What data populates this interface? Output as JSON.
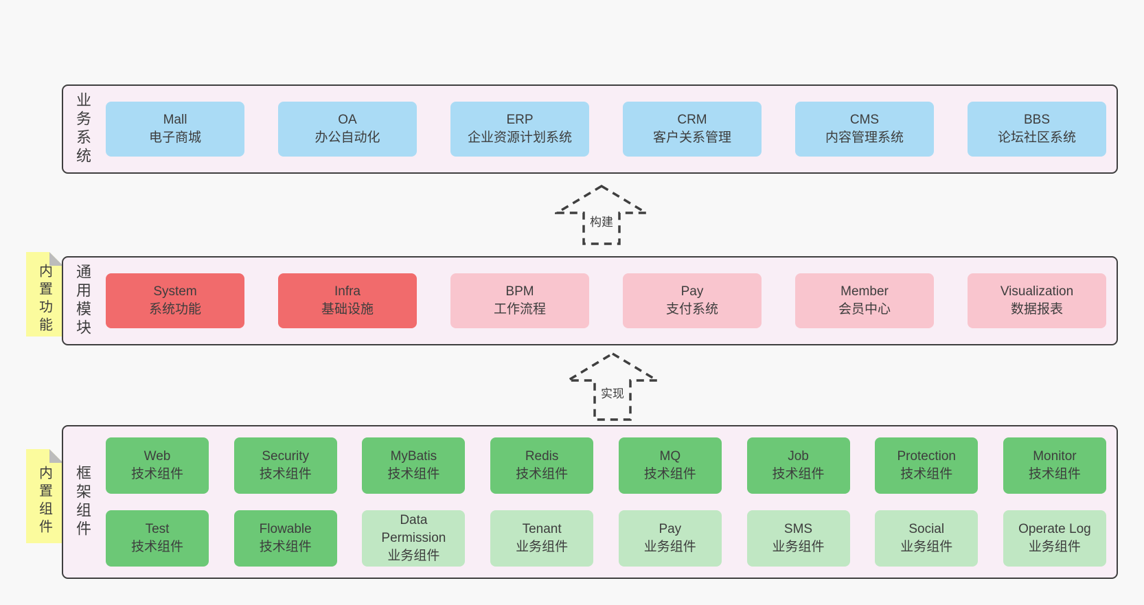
{
  "bands": {
    "business": {
      "label": "业务系统",
      "items": [
        {
          "en": "Mall",
          "zh": "电子商城"
        },
        {
          "en": "OA",
          "zh": "办公自动化"
        },
        {
          "en": "ERP",
          "zh": "企业资源计划系统"
        },
        {
          "en": "CRM",
          "zh": "客户关系管理"
        },
        {
          "en": "CMS",
          "zh": "内容管理系统"
        },
        {
          "en": "BBS",
          "zh": "论坛社区系统"
        }
      ]
    },
    "modules": {
      "label": "通用模块",
      "sticky": "内置功能",
      "items": [
        {
          "en": "System",
          "zh": "系统功能"
        },
        {
          "en": "Infra",
          "zh": "基础设施"
        },
        {
          "en": "BPM",
          "zh": "工作流程"
        },
        {
          "en": "Pay",
          "zh": "支付系统"
        },
        {
          "en": "Member",
          "zh": "会员中心"
        },
        {
          "en": "Visualization",
          "zh": "数据报表"
        }
      ]
    },
    "components": {
      "label": "框架组件",
      "sticky": "内置组件",
      "row1": [
        {
          "en": "Web",
          "zh": "技术组件"
        },
        {
          "en": "Security",
          "zh": "技术组件"
        },
        {
          "en": "MyBatis",
          "zh": "技术组件"
        },
        {
          "en": "Redis",
          "zh": "技术组件"
        },
        {
          "en": "MQ",
          "zh": "技术组件"
        },
        {
          "en": "Job",
          "zh": "技术组件"
        },
        {
          "en": "Protection",
          "zh": "技术组件"
        },
        {
          "en": "Monitor",
          "zh": "技术组件"
        }
      ],
      "row2": [
        {
          "en": "Test",
          "zh": "技术组件"
        },
        {
          "en": "Flowable",
          "zh": "技术组件"
        },
        {
          "en": "Data Permission",
          "zh": "业务组件"
        },
        {
          "en": "Tenant",
          "zh": "业务组件"
        },
        {
          "en": "Pay",
          "zh": "业务组件"
        },
        {
          "en": "SMS",
          "zh": "业务组件"
        },
        {
          "en": "Social",
          "zh": "业务组件"
        },
        {
          "en": "Operate Log",
          "zh": "业务组件"
        }
      ]
    }
  },
  "arrows": {
    "build": {
      "label": "构建"
    },
    "implement": {
      "label": "实现"
    }
  },
  "colors": {
    "page-bg": "#f8f8f8",
    "band-bg": "#f9eef6",
    "band-border": "#3f3f3f",
    "node-blue": "#aadbf5",
    "node-red": "#f16b6c",
    "node-pink": "#f9c5ce",
    "node-green": "#6cc876",
    "node-lightgreen": "#c0e7c3",
    "sticky-yellow": "#fbfb9d",
    "sticky-fold": "#bcbcbc",
    "text": "#3d3d3d",
    "arrow": "#3f3f3f"
  }
}
